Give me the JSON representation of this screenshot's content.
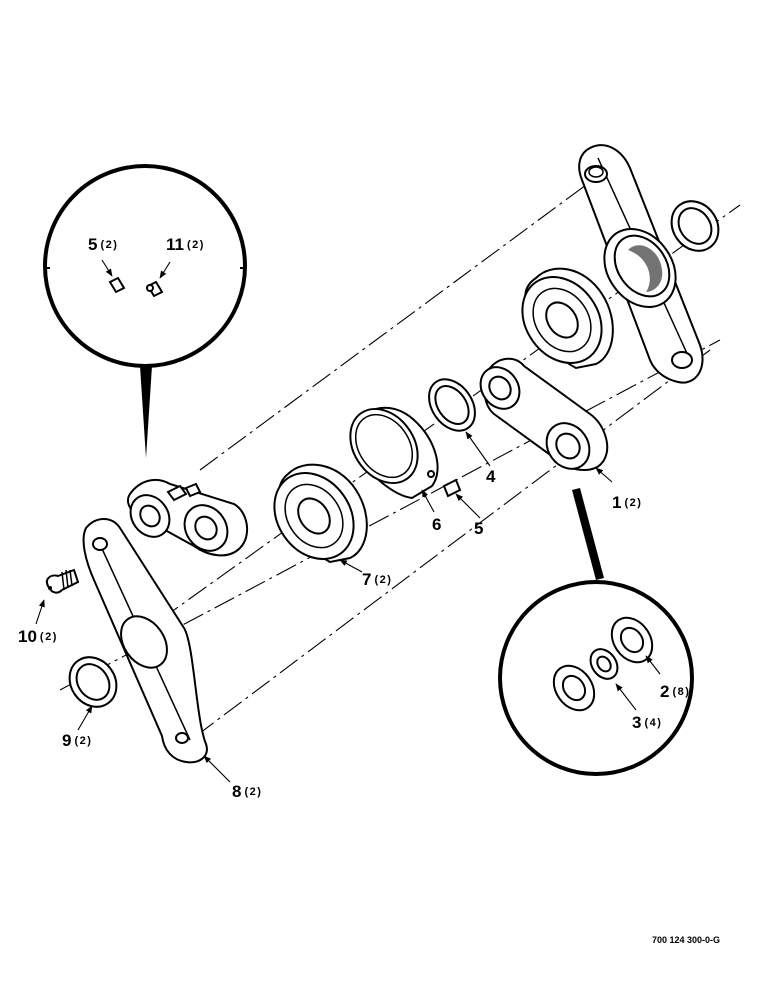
{
  "figure_ref": "700 124 300-0-G",
  "callouts": [
    {
      "id": "c1",
      "num": "1",
      "qty": "(2)"
    },
    {
      "id": "c2",
      "num": "2",
      "qty": "(8)"
    },
    {
      "id": "c3",
      "num": "3",
      "qty": "(4)"
    },
    {
      "id": "c4",
      "num": "4",
      "qty": ""
    },
    {
      "id": "c5a",
      "num": "5",
      "qty": ""
    },
    {
      "id": "c5b",
      "num": "5",
      "qty": "(2)"
    },
    {
      "id": "c6",
      "num": "6",
      "qty": ""
    },
    {
      "id": "c7",
      "num": "7",
      "qty": "(2)"
    },
    {
      "id": "c8",
      "num": "8",
      "qty": "(2)"
    },
    {
      "id": "c9",
      "num": "9",
      "qty": "(2)"
    },
    {
      "id": "c10",
      "num": "10",
      "qty": "(2)"
    },
    {
      "id": "c11",
      "num": "11",
      "qty": "(2)"
    }
  ]
}
